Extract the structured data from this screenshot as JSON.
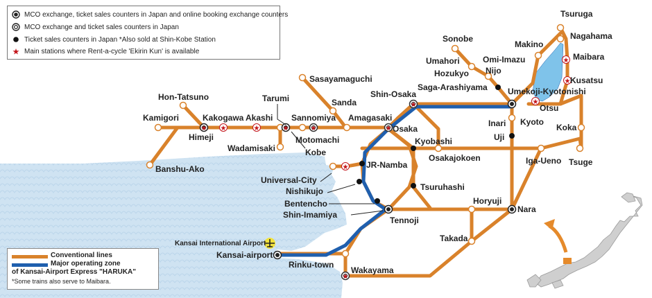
{
  "legend_top": {
    "items": [
      {
        "icon": "filled-circle-icon",
        "text": "MCO exchange, ticket sales counters in Japan and online booking exchange counters"
      },
      {
        "icon": "double-circle-icon",
        "text": "MCO exchange and ticket sales counters in Japan"
      },
      {
        "icon": "black-dot-icon",
        "text": "Ticket sales counters in Japan  *Also sold at Shin-Kobe Station"
      },
      {
        "icon": "red-star-icon",
        "text": "Main stations where Rent-a-cycle 'Ekirin Kun' is available"
      }
    ]
  },
  "legend_bottom": {
    "conventional": "Conventional lines",
    "haruka_line1": "Major operating zone",
    "haruka_line2": "of Kansai-Airport Express \"HARUKA\"",
    "note": "*Some trains also serve to Maibara."
  },
  "colors": {
    "conventional": "#d9822b",
    "haruka": "#1f5fae",
    "sea": "#cfe3f2",
    "lake": "#7fc3ea",
    "japan": "#cfcfcf"
  },
  "airport_label": "Kansai International Airport",
  "stations": {
    "tsuruga": "Tsuruga",
    "nagahama": "Nagahama",
    "makino": "Makino",
    "maibara": "Maibara",
    "sonobe": "Sonobe",
    "omi_imazu": "Omi-Imazu",
    "umahori": "Umahori",
    "nijo": "Nijo",
    "hozukyo": "Hozukyo",
    "kusatsu": "Kusatsu",
    "sasayamaguchi": "Sasayamaguchi",
    "saga": "Saga-Arashiyama",
    "umekoji": "Umekoji-Kyotonishi",
    "shin_osaka": "Shin-Osaka",
    "otsu": "Otsu",
    "hon_tatsuno": "Hon-Tatsuno",
    "tarumi": "Tarumi",
    "sanda": "Sanda",
    "kamigori": "Kamigori",
    "kakogawa": "Kakogawa",
    "akashi": "Akashi",
    "sannomiya": "Sannomiya",
    "amagasaki": "Amagasaki",
    "kyoto": "Kyoto",
    "inari": "Inari",
    "koka": "Koka",
    "himeji": "Himeji",
    "motomachi": "Motomachi",
    "osaka": "Osaka",
    "wadamisaki": "Wadamisaki",
    "kobe": "Kobe",
    "kyobashi": "Kyobashi",
    "uji": "Uji",
    "iga_ueno": "Iga-Ueno",
    "tsuge": "Tsuge",
    "banshu_ako": "Banshu-Ako",
    "osakajokoen": "Osakajokoen",
    "jr_namba": "JR-Namba",
    "universal_city": "Universal-City",
    "nishikujo": "Nishikujo",
    "tsuruhashi": "Tsuruhashi",
    "bentencho": "Bentencho",
    "shin_imamiya": "Shin-Imamiya",
    "horyuji": "Horyuji",
    "tennoji": "Tennoji",
    "nara": "Nara",
    "takada": "Takada",
    "kansai_airport": "Kansai-airport",
    "rinku_town": "Rinku-town",
    "wakayama": "Wakayama"
  }
}
